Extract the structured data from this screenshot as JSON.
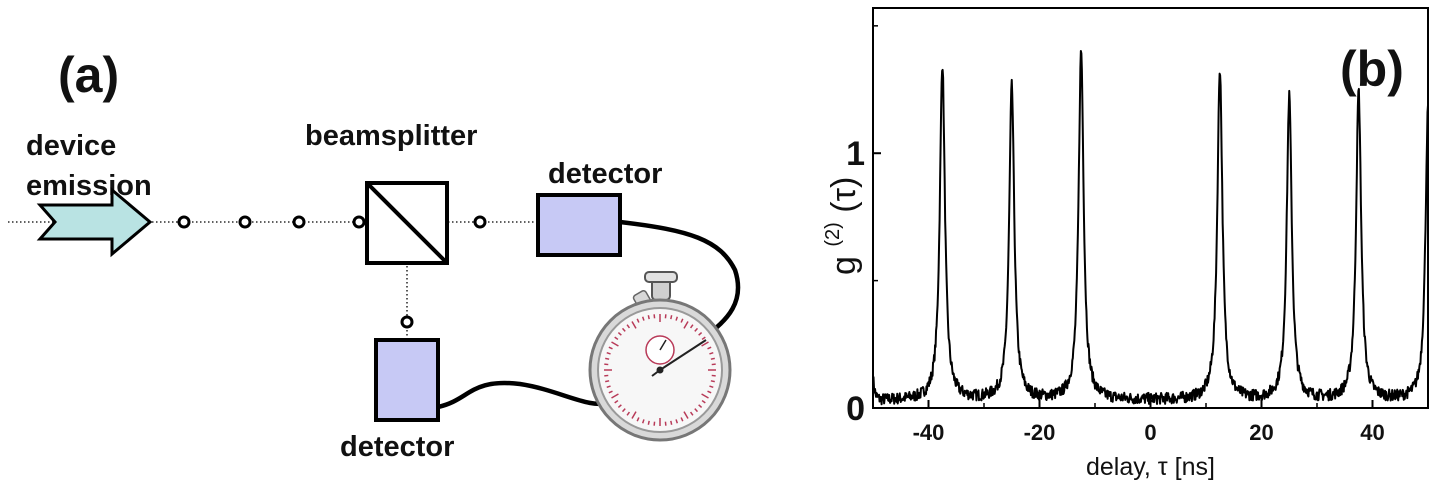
{
  "panel_a": {
    "panel_label": "(a)",
    "source_label_line1": "device",
    "source_label_line2": "emission",
    "beamsplitter_label": "beamsplitter",
    "detector_top_label": "detector",
    "detector_bottom_label": "detector",
    "colors": {
      "arrow_fill": "#b9e3e3",
      "detector_fill": "#c7c9f5",
      "line": "#000000"
    }
  },
  "panel_b": {
    "panel_label": "(b)",
    "ylabel_base": "g",
    "ylabel_sup": "(2)",
    "ylabel_arg": "(τ)",
    "xlabel": "delay, τ [ns]"
  },
  "chart_data": {
    "type": "line",
    "xlim": [
      -50,
      50
    ],
    "ylim": [
      0,
      1.57
    ],
    "xticks": [
      -40,
      -20,
      0,
      20,
      40
    ],
    "xtick_labels": [
      "-40",
      "-20",
      "0",
      "20",
      "40"
    ],
    "yticks": [
      0,
      1
    ],
    "ytick_labels": [
      "0",
      "1"
    ],
    "peak_positions_ns": [
      -37.5,
      -25,
      -12.5,
      12.5,
      25,
      37.5,
      50
    ],
    "peak_heights": [
      1.35,
      1.26,
      1.4,
      1.33,
      1.22,
      1.24,
      1.17
    ],
    "peak_fwhm_ns": 1.1,
    "background_level": 0.03,
    "edge_start_value": 0.12,
    "grid": false,
    "line_color": "#000000"
  }
}
